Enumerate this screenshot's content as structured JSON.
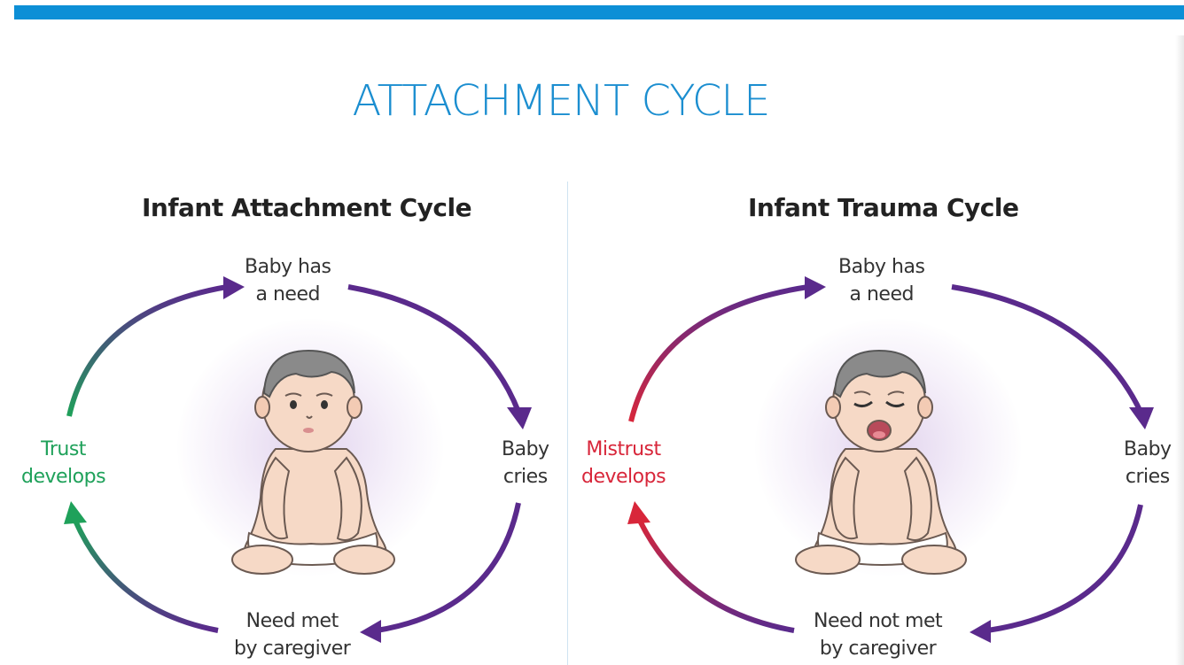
{
  "slide": {
    "title": "ATTACHMENT CYCLE",
    "accent_color": "#0d8fd6"
  },
  "left_cycle": {
    "title": "Infant Attachment Cycle",
    "need": [
      "Baby has",
      "a need"
    ],
    "cries": [
      "Baby",
      "cries"
    ],
    "caregiver": [
      "Need met",
      "by caregiver"
    ],
    "outcome": [
      "Trust",
      "develops"
    ],
    "outcome_color": "#1fa15a",
    "baby_expression": "content"
  },
  "right_cycle": {
    "title": "Infant Trauma Cycle",
    "need": [
      "Baby has",
      "a need"
    ],
    "cries": [
      "Baby",
      "cries"
    ],
    "caregiver": [
      "Need not met",
      "by caregiver"
    ],
    "outcome": [
      "Mistrust",
      "develops"
    ],
    "outcome_color": "#d8263a",
    "baby_expression": "crying"
  },
  "colors": {
    "arrow_purple": "#5a2a8c",
    "trust_green": "#1fa15a",
    "mistrust_red": "#d8263a"
  }
}
